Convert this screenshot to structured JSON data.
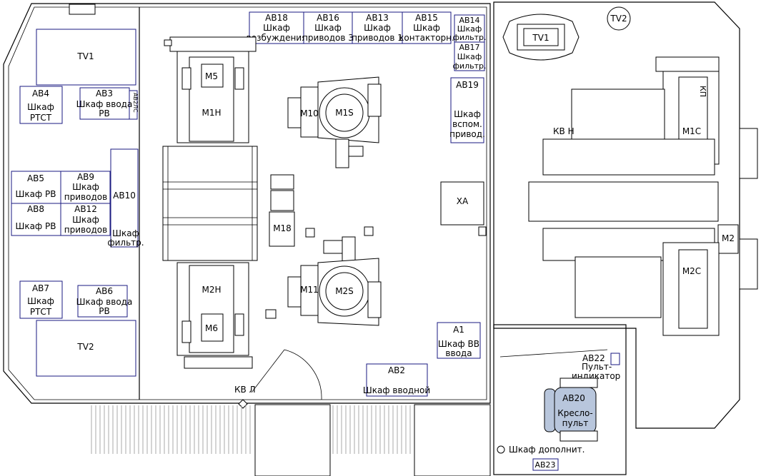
{
  "rooms": {
    "left_panels": [
      {
        "name": "TV1",
        "code": "TV1",
        "lines": []
      },
      {
        "name": "AB4",
        "code": "AB4",
        "lines": [
          "Шкаф",
          "РТСТ"
        ]
      },
      {
        "name": "AB3",
        "code": "AB3",
        "lines": [
          "Шкаф ввода",
          "РВ"
        ],
        "side": "АВ2ЛС"
      },
      {
        "name": "AB5",
        "code": "AB5",
        "lines": [
          "Шкаф РВ"
        ]
      },
      {
        "name": "AB9",
        "code": "AB9",
        "lines": [
          "Шкаф",
          "приводов"
        ]
      },
      {
        "name": "AB10",
        "code": "AB10",
        "lines": [
          "Шкаф",
          "фильтр."
        ]
      },
      {
        "name": "AB8",
        "code": "AB8",
        "lines": [
          "Шкаф РВ"
        ]
      },
      {
        "name": "AB12",
        "code": "AB12",
        "lines": [
          "Шкаф",
          "приводов"
        ]
      },
      {
        "name": "AB7",
        "code": "AB7",
        "lines": [
          "Шкаф",
          "РТСТ"
        ]
      },
      {
        "name": "AB6",
        "code": "AB6",
        "lines": [
          "Шкаф ввода",
          "РВ"
        ]
      },
      {
        "name": "TV2",
        "code": "TV2",
        "lines": []
      }
    ],
    "top_cabinets": [
      {
        "code": "AB18",
        "lines": [
          "Шкаф",
          "возбуждения"
        ]
      },
      {
        "code": "AB16",
        "lines": [
          "Шкаф",
          "приводов 3"
        ]
      },
      {
        "code": "AB13",
        "lines": [
          "Шкаф",
          "приводов 1"
        ]
      },
      {
        "code": "AB15",
        "lines": [
          "Шкаф",
          "контакторн."
        ]
      }
    ],
    "right_cabinets": [
      {
        "code": "AB14",
        "lines": [
          "Шкаф",
          "фильтр."
        ]
      },
      {
        "code": "AB17",
        "lines": [
          "Шкаф",
          "фильтр."
        ]
      },
      {
        "code": "AB19",
        "lines": [
          "Шкаф",
          "вспом.",
          "привод."
        ]
      }
    ],
    "bottom_cabinets": [
      {
        "code": "A1",
        "lines": [
          "Шкаф ВВ",
          "ввода"
        ]
      },
      {
        "code": "AB2",
        "lines": [
          "Шкаф вводной"
        ]
      }
    ],
    "machines": {
      "m5": "M5",
      "m1h": "M1H",
      "m10": "M10",
      "m1s": "M1S",
      "m18": "M18",
      "xa": "XA",
      "m11": "M11",
      "m2s": "M2S",
      "m2h": "M2H",
      "m6": "M6"
    },
    "door_label": "КВ Л"
  },
  "cab_area": {
    "tv1": "TV1",
    "tv2": "TV2",
    "kv_n": "КВ Н",
    "m1c": "M1C",
    "m2c": "M2C",
    "m2": "M2",
    "kp": "КП",
    "ab22_code": "AB22",
    "ab22_lines": [
      "Пульт-",
      "индикатор"
    ],
    "ab20_code": "AB20",
    "ab20_lines": [
      "Кресло-",
      "пульт"
    ],
    "ab23_code": "AB23",
    "ab23_label": "Шкаф дополнит."
  },
  "colors": {
    "outline": "#000000",
    "cabinet_border": "#1a1a80",
    "seat": "#b8c6dc",
    "grating": "#b0b0b0"
  }
}
